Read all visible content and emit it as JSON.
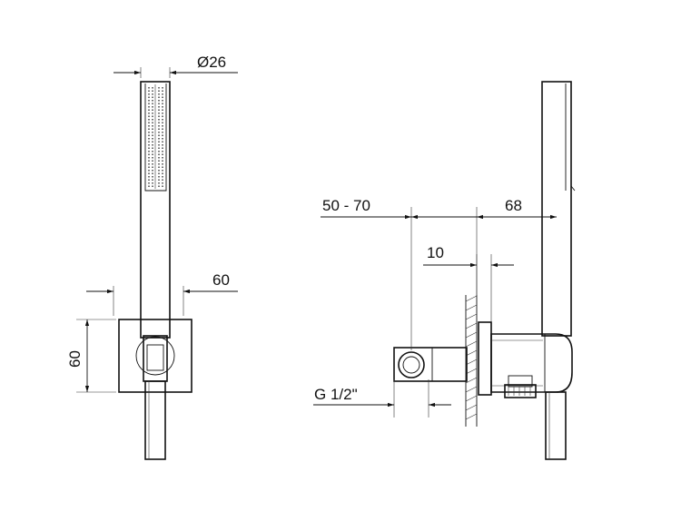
{
  "dimensions": {
    "diameter_handle": "Ø26",
    "plate_width": "60",
    "plate_height": "60",
    "projection_range": "50 - 70",
    "handle_offset": "68",
    "wall_thickness": "10",
    "thread": "G 1/2\""
  }
}
